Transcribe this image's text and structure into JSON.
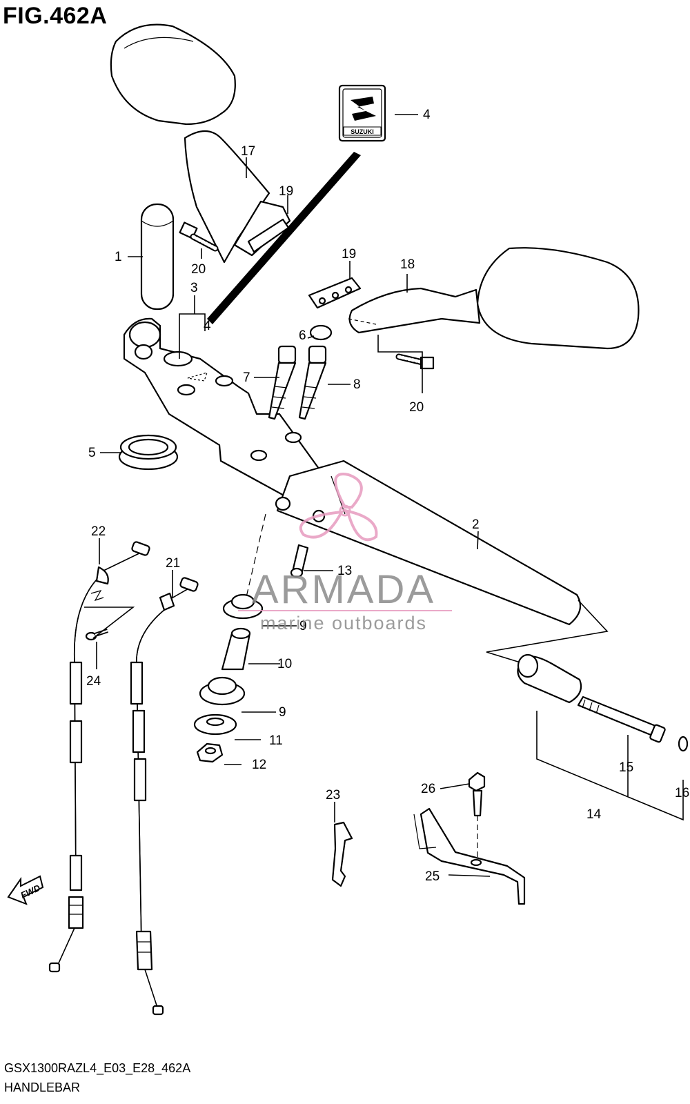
{
  "figure": {
    "title": "FIG.462A",
    "model_code": "GSX1300RAZL4_E03_E28_462A",
    "name": "HANDLEBAR"
  },
  "emblem": {
    "brand": "SUZUKI"
  },
  "direction_arrow": {
    "label": "FWD"
  },
  "watermark": {
    "brand": "ARMADA",
    "tagline": "marine outboards",
    "color_text": "#8a8a8a",
    "color_accent": "#e79bbf"
  },
  "callouts": {
    "c1": "1",
    "c2": "2",
    "c3": "3",
    "c4a": "4",
    "c4b": "4",
    "c5": "5",
    "c6": "6",
    "c7": "7",
    "c8": "8",
    "c9a": "9",
    "c9b": "9",
    "c10": "10",
    "c11": "11",
    "c12": "12",
    "c13": "13",
    "c14": "14",
    "c15": "15",
    "c16": "16",
    "c17": "17",
    "c18": "18",
    "c19a": "19",
    "c19b": "19",
    "c20a": "20",
    "c20b": "20",
    "c21": "21",
    "c22": "22",
    "c23": "23",
    "c24": "24",
    "c25": "25",
    "c26": "26"
  }
}
